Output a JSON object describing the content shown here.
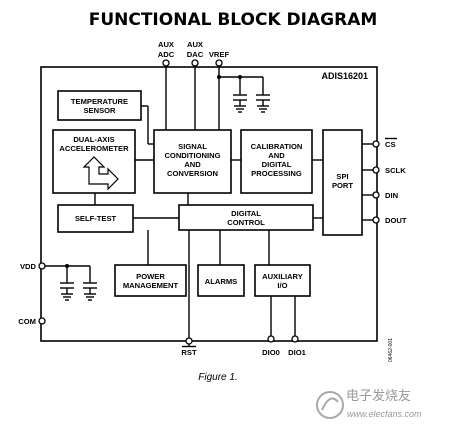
{
  "title": "FUNCTIONAL BLOCK DIAGRAM",
  "chip_name": "ADIS16201",
  "figure_caption": "Figure 1.",
  "figure_code": "06462-001",
  "top_pins": {
    "aux_adc": [
      "AUX",
      "ADC"
    ],
    "aux_dac": [
      "AUX",
      "DAC"
    ],
    "vref": "VREF"
  },
  "blocks": {
    "temperature_sensor": [
      "TEMPERATURE",
      "SENSOR"
    ],
    "accelerometer": [
      "DUAL-AXIS",
      "ACCELEROMETER"
    ],
    "signal_conditioning": [
      "SIGNAL",
      "CONDITIONING",
      "AND",
      "CONVERSION"
    ],
    "calibration": [
      "CALIBRATION",
      "AND",
      "DIGITAL",
      "PROCESSING"
    ],
    "spi_port": [
      "SPI",
      "PORT"
    ],
    "self_test": "SELF-TEST",
    "digital_control": [
      "DIGITAL",
      "CONTROL"
    ],
    "power_management": [
      "POWER",
      "MANAGEMENT"
    ],
    "alarms": "ALARMS",
    "auxiliary_io": [
      "AUXILIARY",
      "I/O"
    ]
  },
  "right_pins": [
    "CS",
    "SCLK",
    "DIN",
    "DOUT"
  ],
  "left_pins": [
    "VDD",
    "COM"
  ],
  "bottom_pins": [
    "RST",
    "DIO0",
    "DIO1"
  ],
  "watermark": {
    "text": "电子发烧友",
    "url": "www.elecfans.com"
  }
}
